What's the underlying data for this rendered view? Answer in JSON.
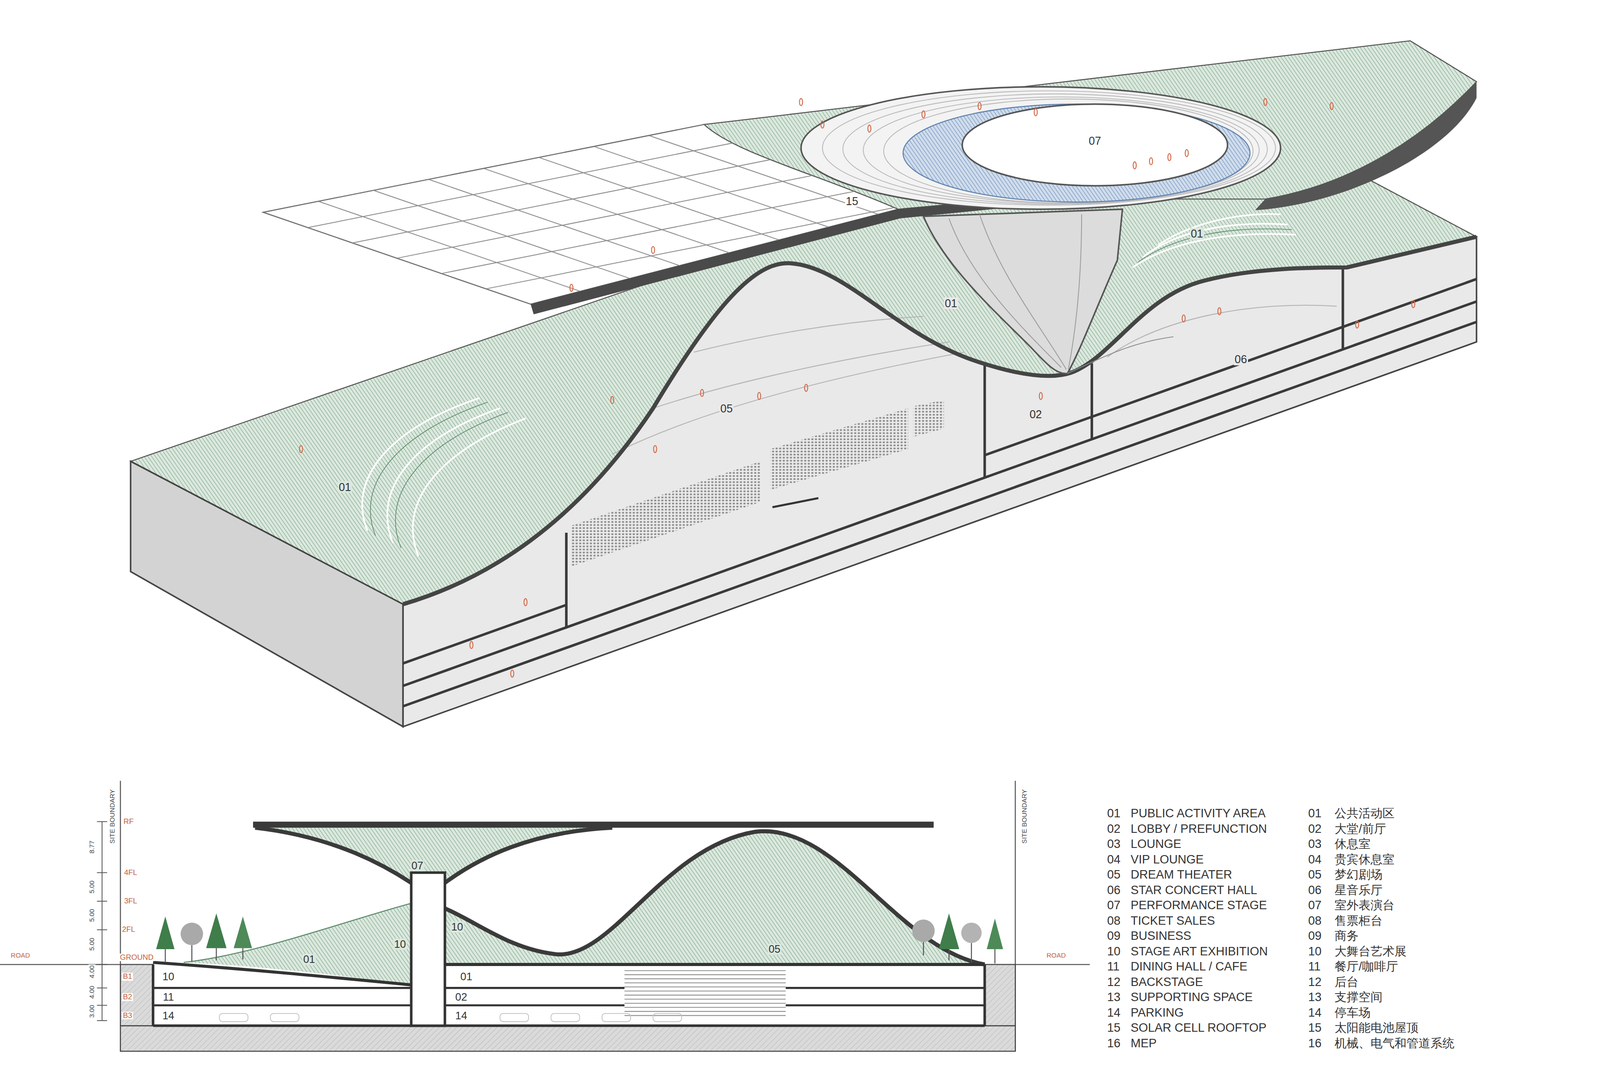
{
  "diagram": {
    "labels": [
      "07",
      "15",
      "01",
      "01",
      "05",
      "02",
      "06",
      "01",
      "SITE BOUNDARY",
      "SITE BOUNDARY",
      "RF",
      "4FL",
      "3FL",
      "2FL",
      "GROUND",
      "B1",
      "B2",
      "B3",
      "8.77",
      "5.00",
      "5.00",
      "5.00",
      "4.00",
      "4.00",
      "3.00",
      "ROAD",
      "ROAD",
      "07",
      "10",
      "10",
      "01",
      "01",
      "05",
      "10",
      "11",
      "14",
      "02",
      "14",
      "01",
      "PUBLIC ACTIVITY AREA",
      "01",
      "公共活动区",
      "02",
      "LOBBY / PREFUNCTION",
      "02",
      "大堂/前厅",
      "03",
      "LOUNGE",
      "03",
      "休息室",
      "04",
      "VIP LOUNGE",
      "04",
      "贵宾休息室",
      "05",
      "DREAM THEATER",
      "05",
      "梦幻剧场",
      "06",
      "STAR CONCERT HALL",
      "06",
      "星音乐厅",
      "07",
      "PERFORMANCE STAGE",
      "07",
      "室外表演台",
      "08",
      "TICKET SALES",
      "08",
      "售票柜台",
      "09",
      "BUSINESS",
      "09",
      "商务",
      "10",
      "STAGE ART EXHIBITION",
      "10",
      "大舞台艺术展",
      "11",
      "DINING HALL / CAFE",
      "11",
      "餐厅/咖啡厅",
      "12",
      "BACKSTAGE",
      "12",
      "后台",
      "13",
      "SUPPORTING SPACE",
      "13",
      "支撑空间",
      "14",
      "PARKING",
      "14",
      "停车场",
      "15",
      "SOLAR CELL ROOFTOP",
      "15",
      "太阳能电池屋顶",
      "16",
      "MEP",
      "16",
      "机械、电气和管道系统"
    ]
  }
}
